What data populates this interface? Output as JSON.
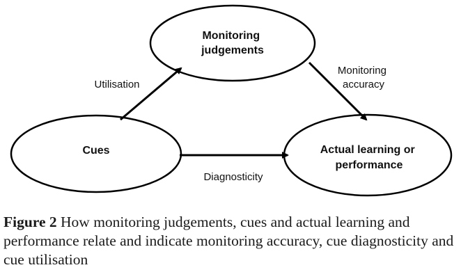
{
  "diagram": {
    "nodes": {
      "monitoring": {
        "lines": [
          "Monitoring",
          "judgements"
        ]
      },
      "cues": {
        "lines": [
          "Cues"
        ]
      },
      "actual": {
        "lines": [
          "Actual learning or",
          "performance"
        ]
      }
    },
    "edges": {
      "utilisation": {
        "lines": [
          "Utilisation"
        ]
      },
      "monitoring_accuracy": {
        "lines": [
          "Monitoring",
          "accuracy"
        ]
      },
      "diagnosticity": {
        "lines": [
          "Diagnosticity"
        ]
      }
    }
  },
  "caption": {
    "label": "Figure 2",
    "text": "How monitoring judgements, cues and actual learning and performance relate and indicate monitoring accuracy, cue diagnosticity and cue utilisation"
  }
}
